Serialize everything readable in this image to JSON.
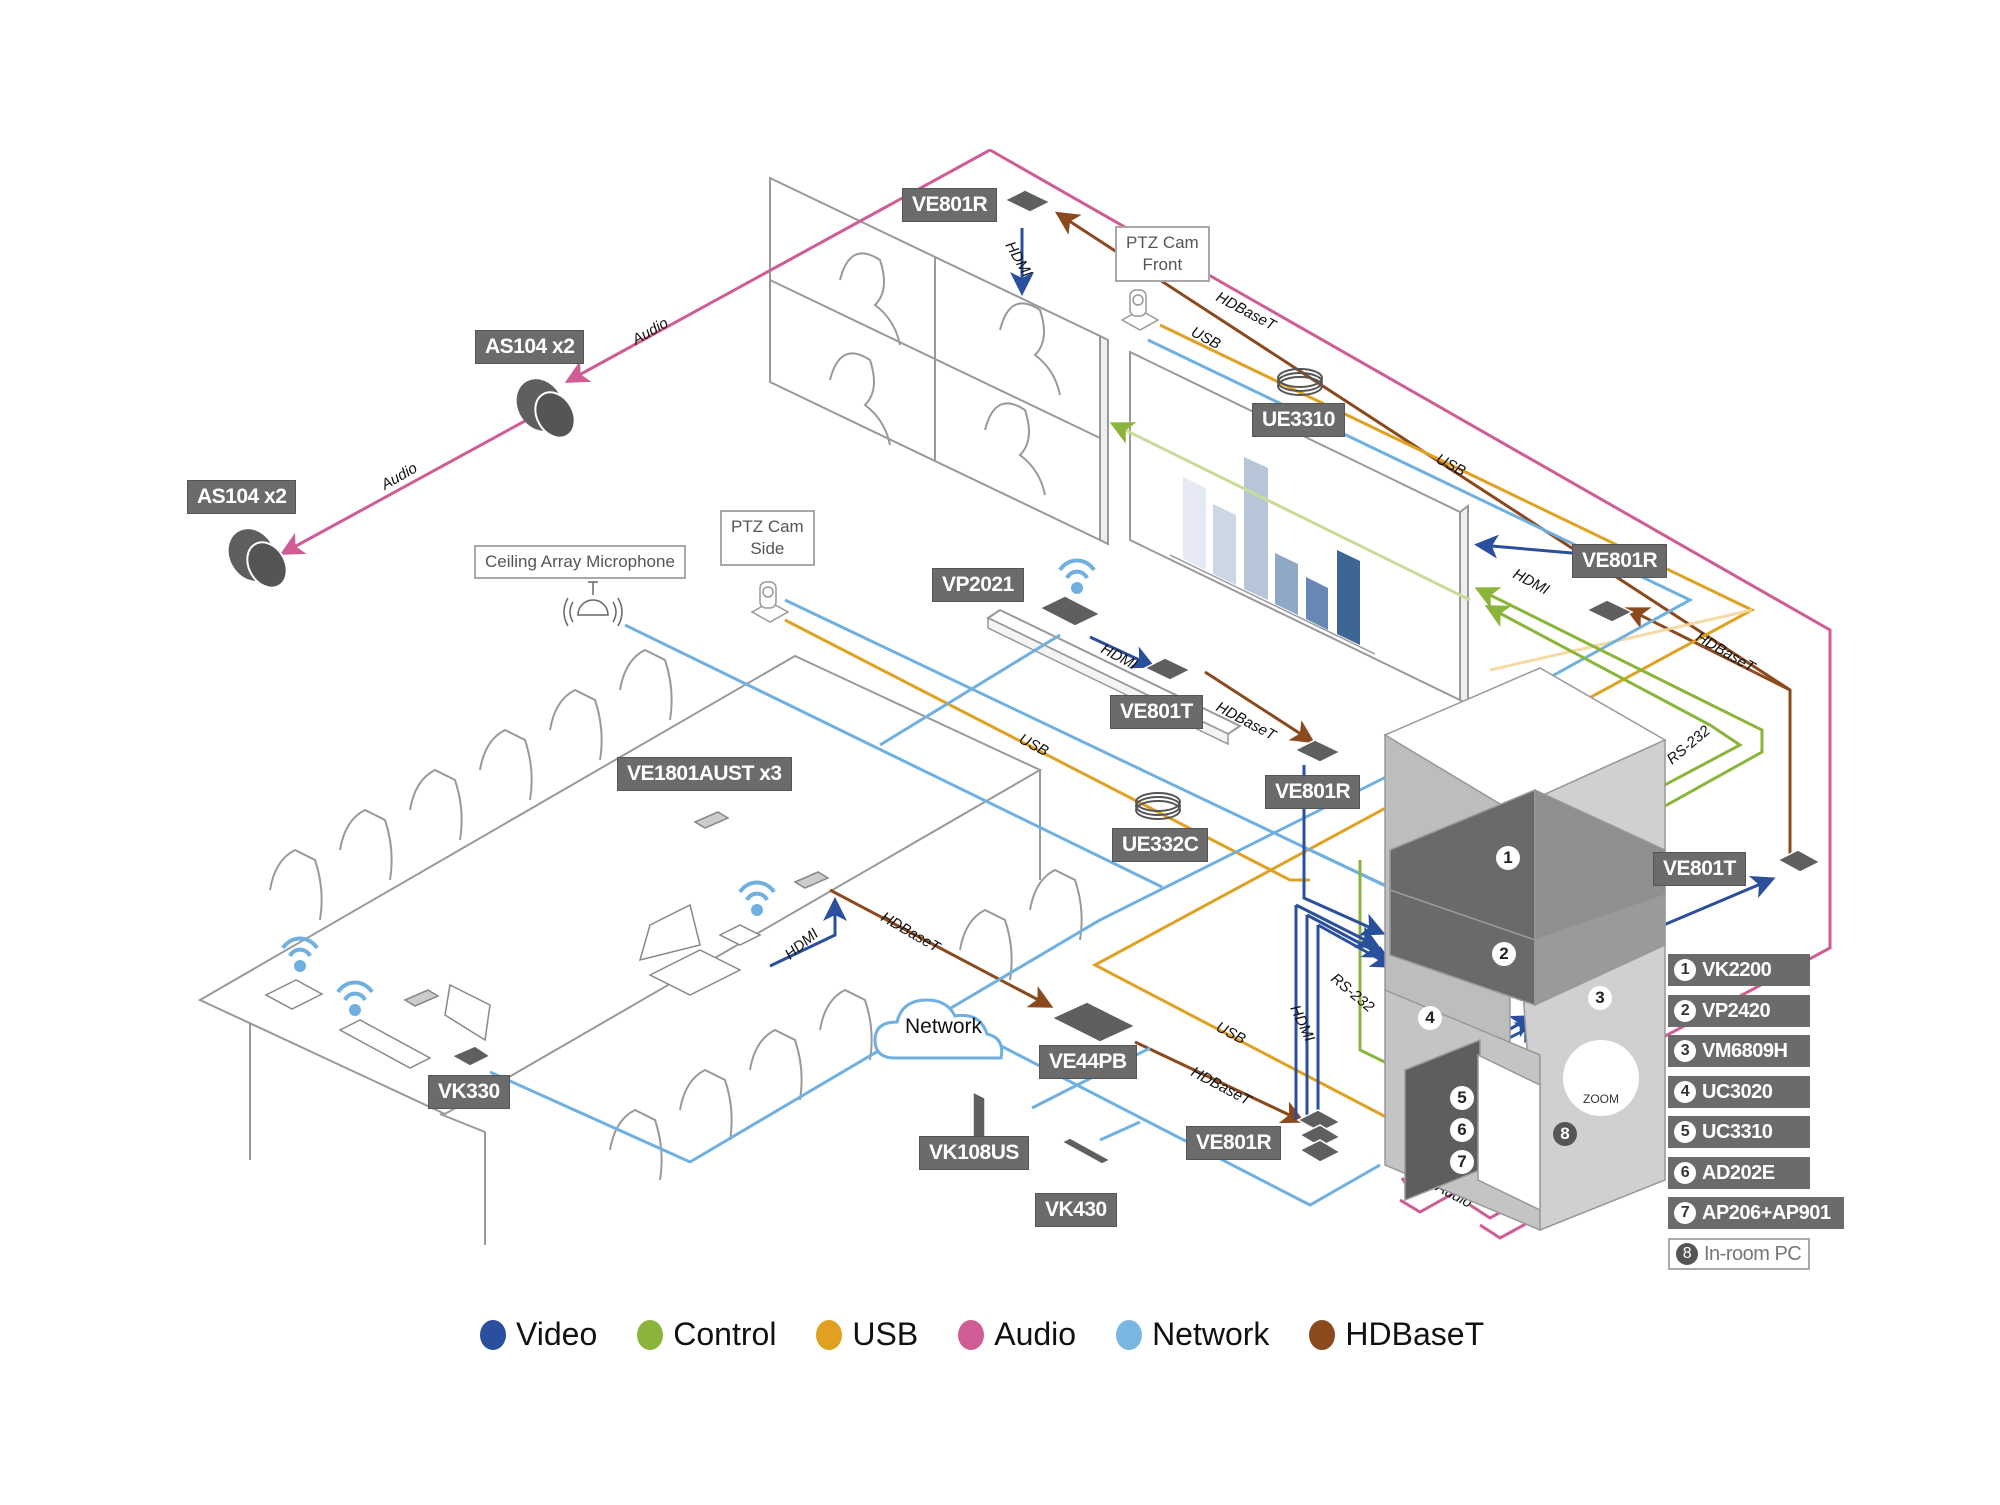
{
  "colors": {
    "video": "#2a4f9c",
    "control": "#8bb43a",
    "usb": "#e0a021",
    "audio": "#cf5c94",
    "network": "#6fb0e0",
    "hdbaset": "#8b4a1e",
    "label_bg": "#6b6b6b"
  },
  "devices": {
    "ve801r_top": "VE801R",
    "ptz_front": [
      "PTZ Cam",
      "Front"
    ],
    "as104_upper": "AS104 x2",
    "as104_lower": "AS104 x2",
    "ue3310": "UE3310",
    "ve801r_right": "VE801R",
    "ceiling_mic": "Ceiling Array Microphone",
    "ptz_side": [
      "PTZ Cam",
      "Side"
    ],
    "vp2021": "VP2021",
    "ve801t_shelf": "VE801T",
    "ve801r_mid": "VE801R",
    "ve1801aust": "VE1801AUST x3",
    "ue332c": "UE332C",
    "ve801t_rack": "VE801T",
    "vk330": "VK330",
    "network_cloud": "Network",
    "ve44pb": "VE44PB",
    "vk108us": "VK108US",
    "ve801r_bottom": "VE801R",
    "vk430": "VK430"
  },
  "cable_labels": {
    "hdmi": "HDMI",
    "hdbaset": "HDBaseT",
    "usb": "USB",
    "audio": "Audio",
    "rs232": "RS-232"
  },
  "rack": {
    "zoom_label": "ZOOM",
    "badges": [
      "1",
      "2",
      "3",
      "4",
      "5",
      "6",
      "7",
      "8"
    ]
  },
  "rack_key": [
    {
      "num": "1",
      "label": "VK2200"
    },
    {
      "num": "2",
      "label": "VP2420"
    },
    {
      "num": "3",
      "label": "VM6809H"
    },
    {
      "num": "4",
      "label": "UC3020"
    },
    {
      "num": "5",
      "label": "UC3310"
    },
    {
      "num": "6",
      "label": "AD202E"
    },
    {
      "num": "7",
      "label": "AP206+AP901"
    },
    {
      "num": "8",
      "label": "In-room PC"
    }
  ],
  "legend": [
    {
      "label": "Video",
      "color": "#2a4f9c"
    },
    {
      "label": "Control",
      "color": "#8bb43a"
    },
    {
      "label": "USB",
      "color": "#e0a021"
    },
    {
      "label": "Audio",
      "color": "#cf5c94"
    },
    {
      "label": "Network",
      "color": "#7ab6e2"
    },
    {
      "label": "HDBaseT",
      "color": "#8b4a1e"
    }
  ]
}
